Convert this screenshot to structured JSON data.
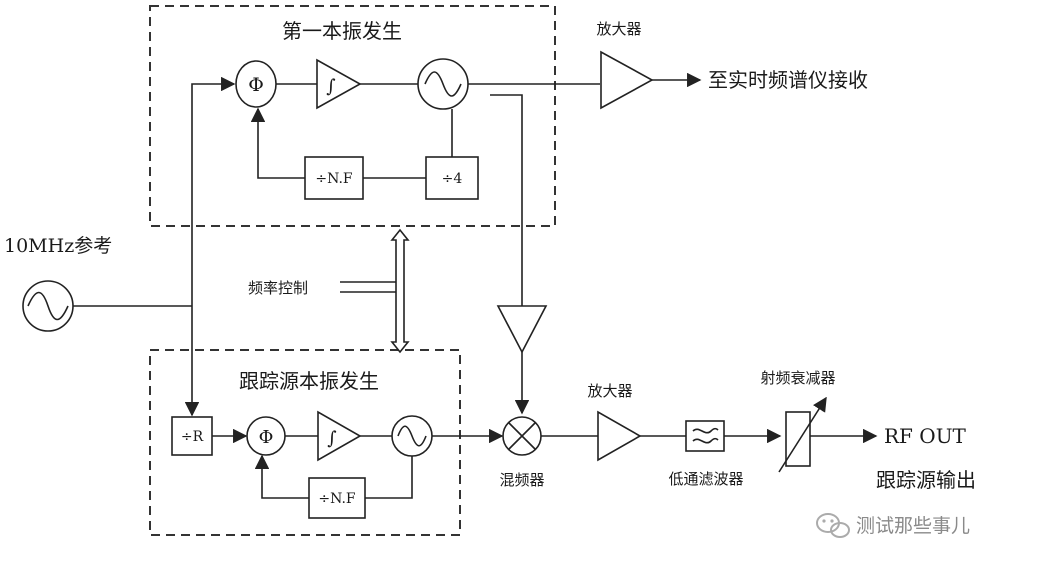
{
  "diagram": {
    "groups": {
      "first_lo": "第一本振发生",
      "tracking_lo": "跟踪源本振发生"
    },
    "labels": {
      "reference": "10MHz参考",
      "freq_control": "频率控制",
      "amp_top": "放大器",
      "to_analyzer": "至实时频谱仪接收",
      "mixer": "混频器",
      "amp_bottom": "放大器",
      "lowpass": "低通滤波器",
      "attenuator": "射频衰减器",
      "rf_out": "RF OUT",
      "tracking_out": "跟踪源输出"
    },
    "blocks": {
      "phi": "Φ",
      "integrator": "∫",
      "div_nf": "÷N.F",
      "div4": "÷4",
      "div_r": "÷R"
    },
    "watermark": "测试那些事儿",
    "colors": {
      "line": "#222222",
      "watermark": "#8a8a8a"
    }
  }
}
